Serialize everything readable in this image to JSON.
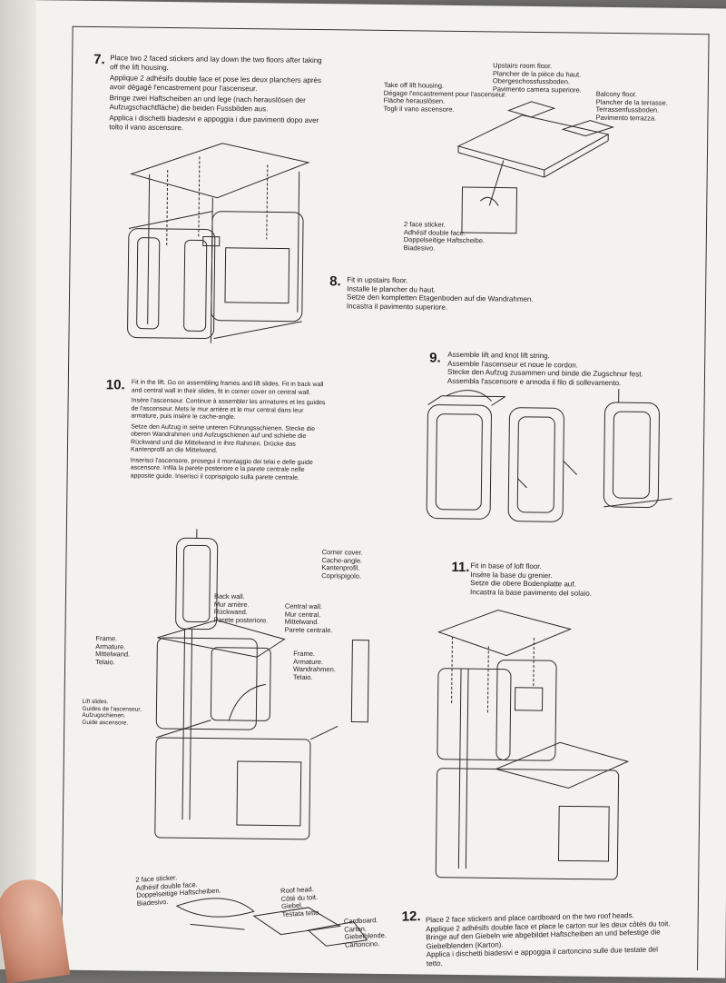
{
  "step7": {
    "number": "7.",
    "lines": [
      "Place two 2 faced stickers and lay down the two floors after taking off the lift housing.",
      "Applique 2 adhésifs double face et pose les deux planchers après avoir dégagé l'encastrement pour l'ascenseur.",
      "Bringe zwei Haftscheiben an und lege (nach herauslösen der Aufzugschachtfläche) die beiden Fussböden aus.",
      "Applica i dischetti biadesivi e appoggia i due pavimenti dopo aver tolto il vano ascensore."
    ]
  },
  "callout_upstairs_room_floor": [
    "Upstairs room floor.",
    "Plancher de la pièce du haut.",
    "Obergeschossfussboden.",
    "Pavimento camera superiore."
  ],
  "callout_take_off_lift": [
    "Take off lift housing.",
    "Dégage l'encastrement pour l'ascenseur.",
    "Fläche herauslösen.",
    "Togli il vano ascensore."
  ],
  "callout_balcony_floor": [
    "Balcony floor.",
    "Plancher de la terrasse.",
    "Terrassenfussboden.",
    "Pavimento terrazza."
  ],
  "callout_sticker_8": [
    "2 face sticker.",
    "Adhésif double face.",
    "Doppelseitige Haftscheibe.",
    "Biadesivo."
  ],
  "step8": {
    "number": "8.",
    "lines": [
      "Fit in upstairs floor.",
      "Installe le plancher du haut.",
      "Setze den kompletten Etagenboden auf die Wandrahmen.",
      "Incastra il pavimento superiore."
    ]
  },
  "step9": {
    "number": "9.",
    "lines": [
      "Assemble lift and knot lift string.",
      "Assemble l'ascenseur et noue le cordon.",
      "Stecke den Aufzug zusammen und binde die Zugschnur fest.",
      "Assembla l'ascensore e annoda il filo di sollevamento."
    ]
  },
  "step10": {
    "number": "10.",
    "lines": [
      "Fit in the lift. Go on assembling frames and lift slides. Fit in back wall and central wall in their slides, fit in corner cover on central wall.",
      "Insère l'ascenseur. Continue à assembler les armatures et les guides de l'ascenseur. Mets le mur arrière et le mur central dans leur armature, puis insère le cache-angle.",
      "Setze den Aufzug in seine unteren Führungsschienen. Stecke die oberen Wandrahmen und Aufzugschienen auf und schiebe die Rückwand und die Mittelwand in ihre Rahmen. Drücke das Kantenprofil an die Mittelwand.",
      "Inserisci l'ascensore, prosegui il montaggio dei telai e delle guide ascensore. Infila la parete posteriore e la parete centrale nelle apposite guide. Inserisci il coprispigolo sulla parete centrale."
    ]
  },
  "callout_back_wall": [
    "Back wall.",
    "Mur arrière.",
    "Rückwand.",
    "Parete posteriore."
  ],
  "callout_central_wall": [
    "Central wall.",
    "Mur central.",
    "Mittelwand.",
    "Parete centrale."
  ],
  "callout_frame_left": [
    "Frame.",
    "Armature.",
    "Mittelwand.",
    "Telaio."
  ],
  "callout_frame_right": [
    "Frame.",
    "Armature.",
    "Wandrahmen.",
    "Telaio."
  ],
  "callout_lift_slides": [
    "Lift slides.",
    "Guides de l'ascenseur.",
    "Aufzugschienen.",
    "Guide ascensore."
  ],
  "callout_corner_cover": [
    "Corner cover.",
    "Cache-angle.",
    "Kantenprofil.",
    "Coprispigolo."
  ],
  "step11": {
    "number": "11.",
    "lines": [
      "Fit in base of loft floor.",
      "Insère la base du grenier.",
      "Setze die obere Bodenplatte auf.",
      "Incastra la base pavimento del solaio."
    ]
  },
  "callout_sticker_12": [
    "2 face sticker.",
    "Adhésif double face.",
    "Doppelseitige Haftscheiben.",
    "Biadesivo."
  ],
  "callout_roof_head": [
    "Roof head.",
    "Côté du toit.",
    "Giebel.",
    "Testata tetto."
  ],
  "callout_cardboard": [
    "Cardboard.",
    "Carton.",
    "Giebelblende.",
    "Cartoncino."
  ],
  "step12": {
    "number": "12.",
    "lines": [
      "Place 2 face stickers and place cardboard on the two roof heads.",
      "Applique 2 adhésifs double face et place le carton sur les deux côtés du toit.",
      "Bringe auf den Giebeln wie abgebildet Haftscheiben an und befestige die Giebelblenden (Karton).",
      "Applica i dischetti biadesivi e appoggia il cartoncino sulle due testate del tetto."
    ]
  },
  "colors": {
    "paper": "#f3f2ee",
    "ink": "#1c1c1c",
    "background": "#6f6e6a"
  }
}
